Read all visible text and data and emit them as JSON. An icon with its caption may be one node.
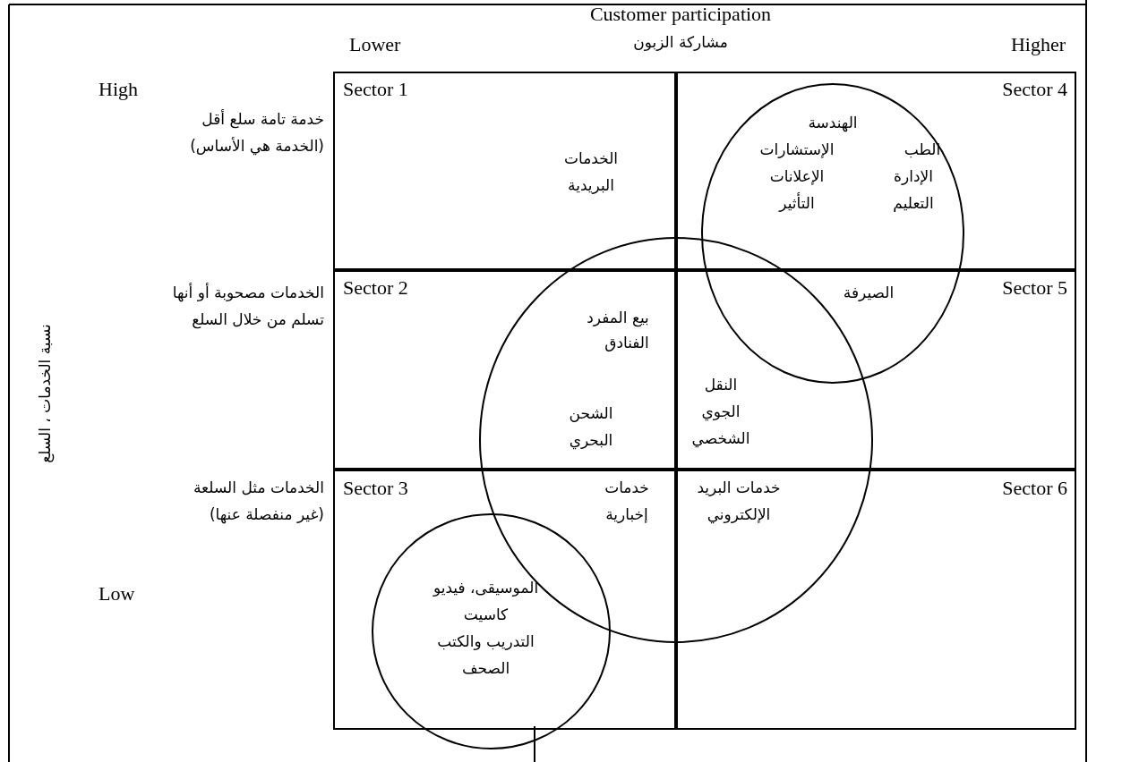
{
  "diagram": {
    "nodes": [
      {
        "text": [
          "Sector 1",
          "الخدمات البريدية"
        ]
      },
      {
        "text": [
          "Sector 4"
        ]
      },
      {
        "text": [
          "Sector 2",
          "بيع المفرد",
          "الفنادق",
          "الشحن البحري"
        ]
      },
      {
        "text": [
          "Sector 5",
          "النقل الجوي الشخصي"
        ]
      },
      {
        "text": [
          "خدمات إخبارية",
          "Sector 3"
        ]
      },
      {
        "text": [
          "Sector 6",
          "خدمات البريد الإلكتروني"
        ]
      },
      {
        "text": [
          "الهندسة",
          "الطب",
          "الإستشارات",
          "الإدارة",
          "الإعلانات",
          "التعليم",
          "التأثير",
          "الصيرفة"
        ]
      },
      {
        "text": [],
        "shape": "circle"
      },
      {
        "text": [
          "الموسيقى، فيديو كاسيت",
          "التدريب والكتب",
          "الصحف"
        ]
      }
    ],
    "labels": [
      "Customer participation",
      "Lower",
      "مشاركة الزبون",
      "Higher",
      "High",
      "خدمة تامة سلع أقل (الخدمة هي الأساس)",
      "الخدمات مصحوبة أو أنها تسلم من خلال السلع",
      "نسبة الخدمات ، السلع",
      "الخدمات مثل السلعة (غير منفصلة عنها)",
      "Low"
    ]
  }
}
